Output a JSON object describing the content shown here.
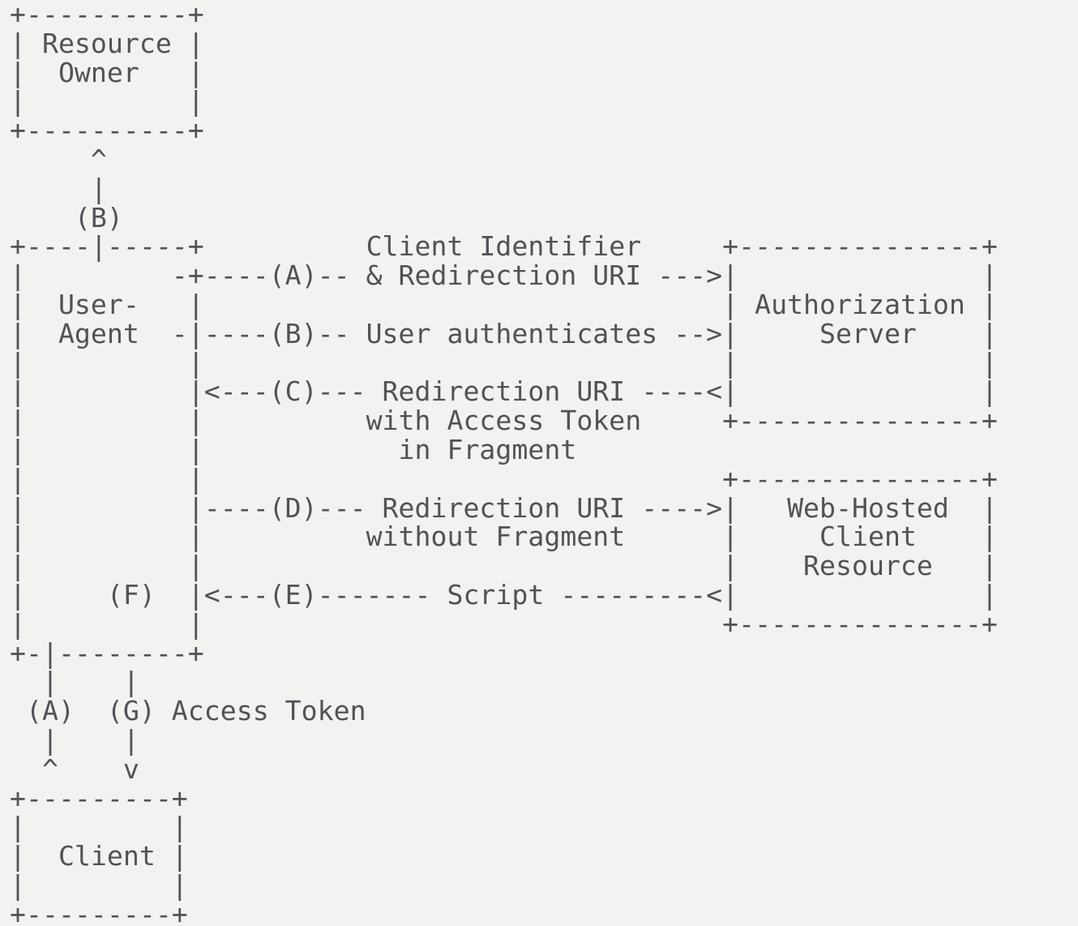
{
  "page": {
    "background_color": "#f2f3f1",
    "text_color": "#505356"
  },
  "diagram": {
    "kind": "ascii-flow-diagram",
    "ascii_lines": [
      "+----------+",
      "| Resource |",
      "|  Owner   |",
      "|          |",
      "+----------+",
      "     ^",
      "     |",
      "    (B)",
      "+----|-----+          Client Identifier     +---------------+",
      "|         -+----(A)-- & Redirection URI --->|               |",
      "|  User-   |                                | Authorization |",
      "|  Agent  -|----(B)-- User authenticates -->|     Server    |",
      "|          |                                |               |",
      "|          |<---(C)--- Redirection URI ----<|               |",
      "|          |          with Access Token     +---------------+",
      "|          |            in Fragment",
      "|          |                                +---------------+",
      "|          |----(D)--- Redirection URI ---->|   Web-Hosted  |",
      "|          |          without Fragment      |     Client    |",
      "|          |                                |    Resource   |",
      "|     (F)  |<---(E)------- Script ---------<|               |",
      "|          |                                +---------------+",
      "+-|--------+",
      "  |    |",
      " (A)  (G) Access Token",
      "  |    |",
      "  ^    v",
      "+---------+",
      "|         |",
      "|  Client |",
      "|         |",
      "+---------+"
    ],
    "entities": [
      {
        "label": "Resource Owner"
      },
      {
        "label": "User-Agent"
      },
      {
        "label": "Authorization Server"
      },
      {
        "label": "Web-Hosted Client Resource"
      },
      {
        "label": "Client"
      }
    ],
    "steps": [
      {
        "id": "(A)",
        "label": "Client Identifier & Redirection URI"
      },
      {
        "id": "(B)",
        "label": "User authenticates"
      },
      {
        "id": "(C)",
        "label": "Redirection URI with Access Token in Fragment"
      },
      {
        "id": "(D)",
        "label": "Redirection URI without Fragment"
      },
      {
        "id": "(E)",
        "label": "Script"
      },
      {
        "id": "(F)",
        "label": ""
      },
      {
        "id": "(G)",
        "label": "Access Token"
      }
    ]
  }
}
